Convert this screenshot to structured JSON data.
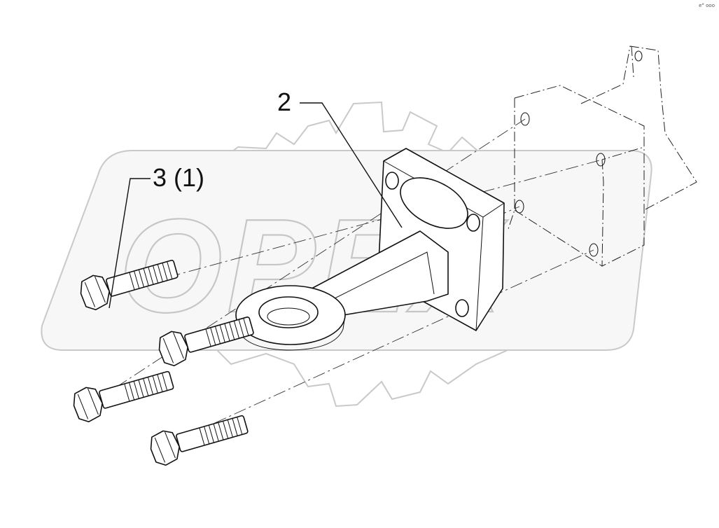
{
  "callouts": {
    "part_2": "2",
    "part_3": "3 (1)"
  },
  "watermark": {
    "text": "OPEX"
  },
  "corner_mark": "e° ooo"
}
